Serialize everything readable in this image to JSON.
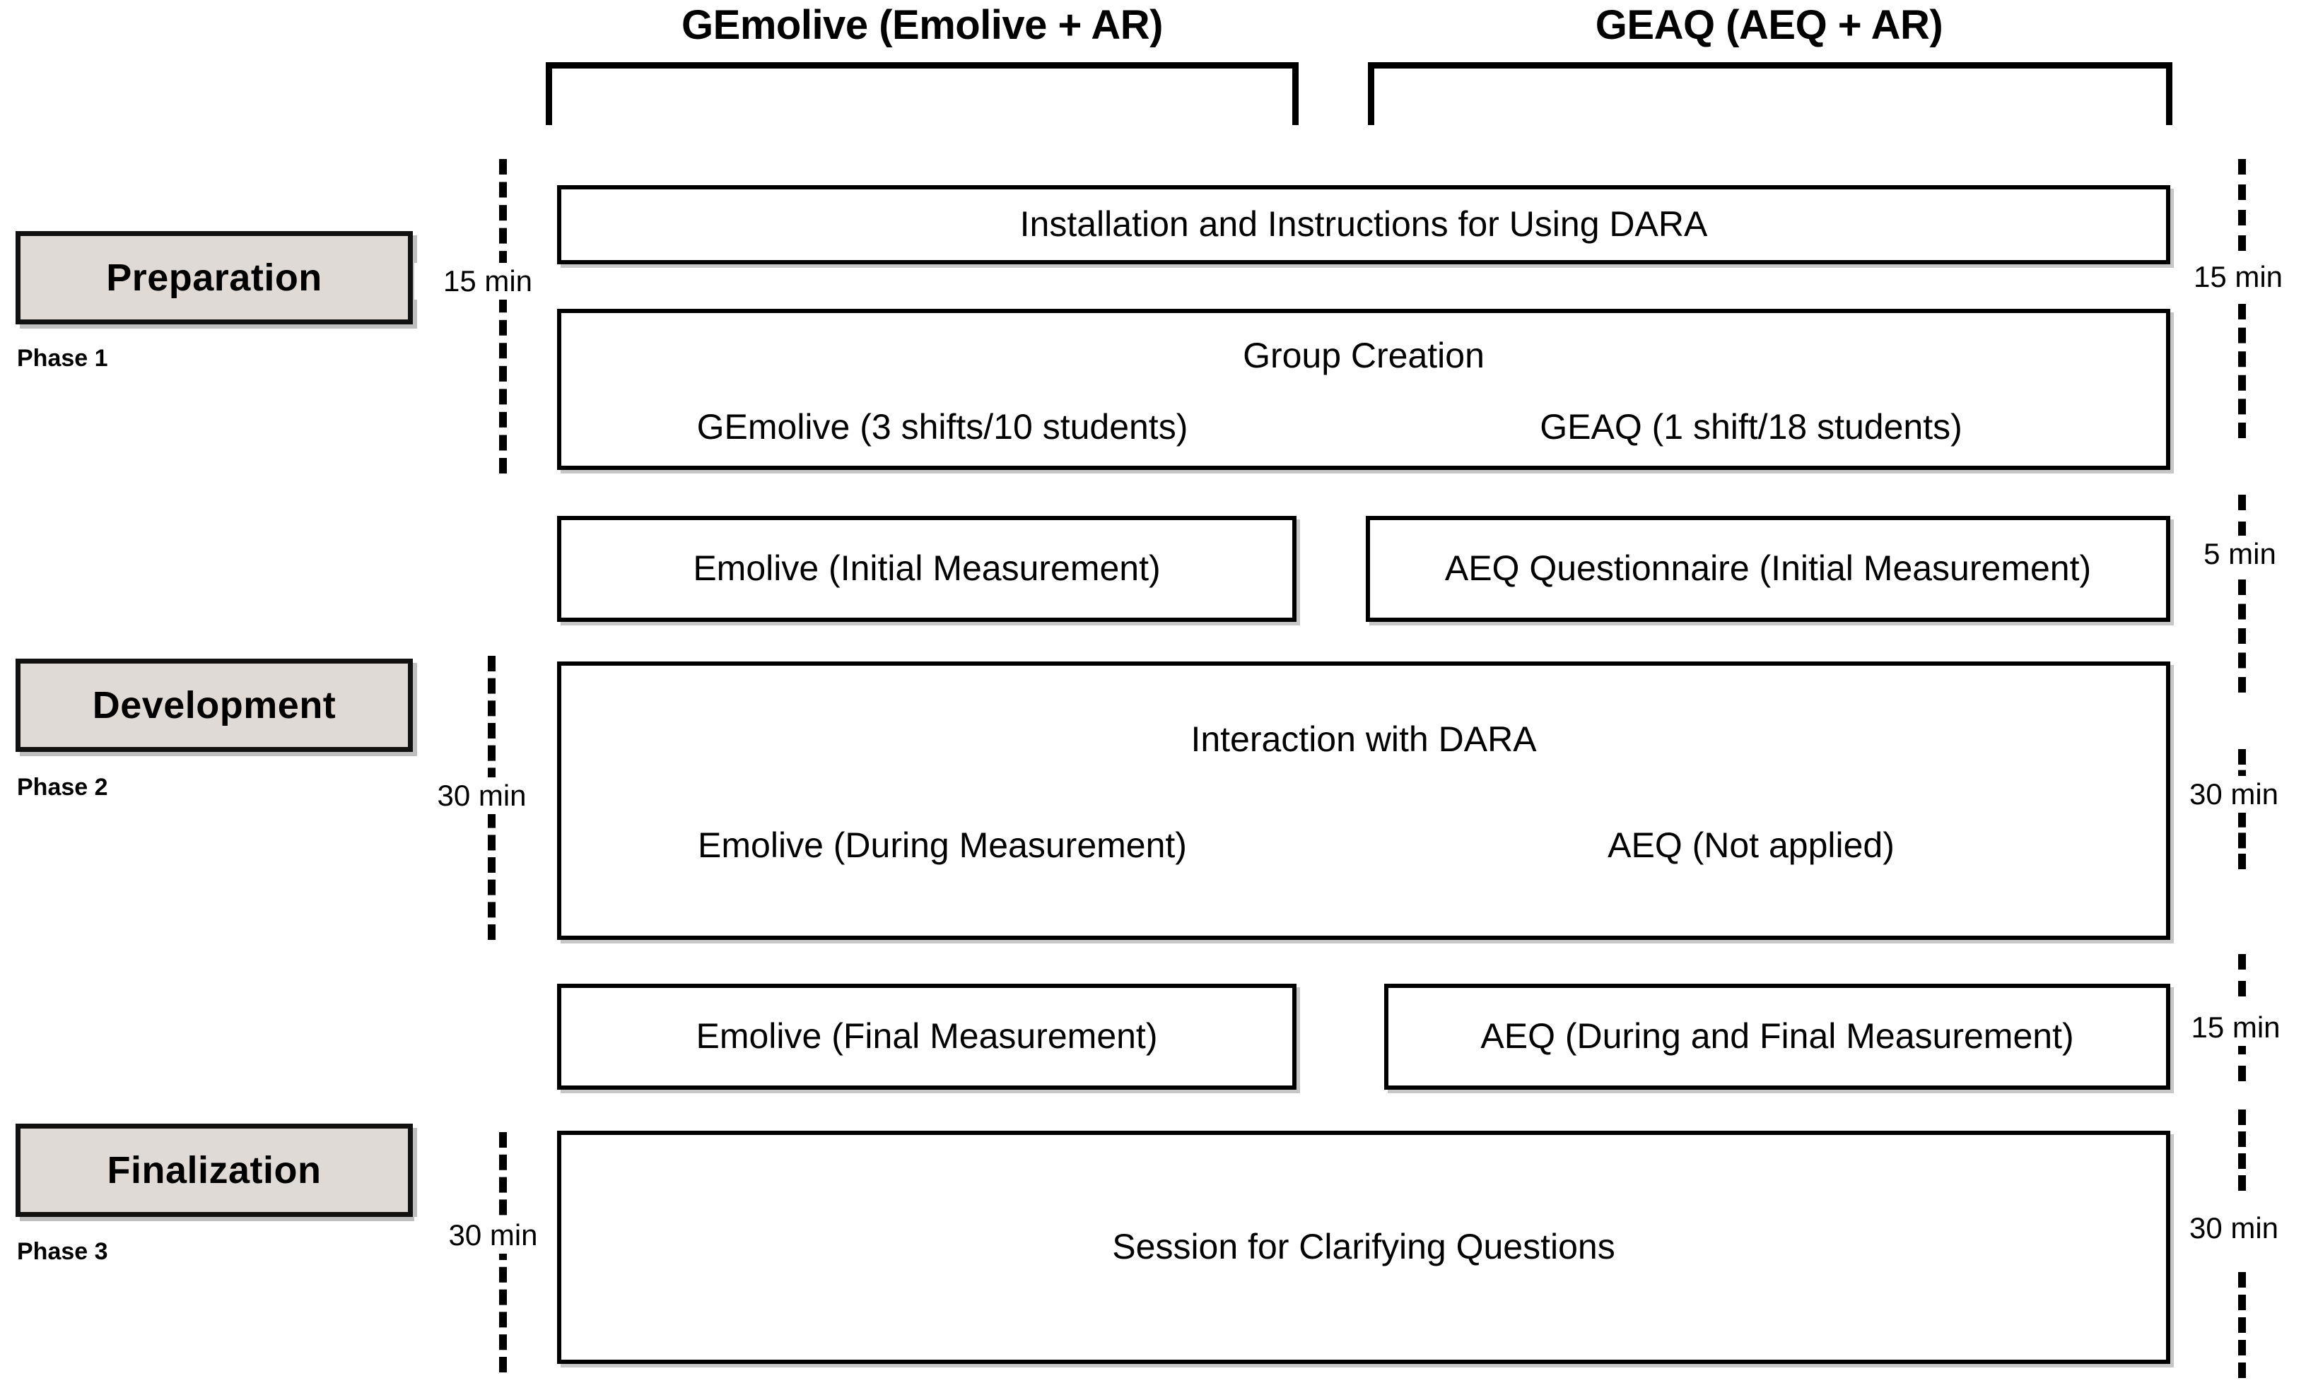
{
  "groups": [
    {
      "title": "GEmolive (Emolive + AR)"
    },
    {
      "title": "GEAQ (AEQ + AR)"
    }
  ],
  "phases": [
    {
      "name": "Preparation",
      "sub": "Phase 1"
    },
    {
      "name": "Development",
      "sub": "Phase 2"
    },
    {
      "name": "Finalization",
      "sub": "Phase 3"
    }
  ],
  "durations": {
    "left": [
      "15 min",
      "30 min",
      "30 min"
    ],
    "right": [
      "15 min",
      "5 min",
      "30 min",
      "15 min",
      "30 min"
    ]
  },
  "steps": {
    "installation": "Installation and Instructions for Using DARA",
    "group_creation": "Group Creation",
    "group_creation_left": "GEmolive (3 shifts/10 students)",
    "group_creation_right": "GEAQ (1 shift/18 students)",
    "initial_left": "Emolive (Initial Measurement)",
    "initial_right": "AEQ Questionnaire (Initial Measurement)",
    "interaction": "Interaction with DARA",
    "interaction_left": "Emolive (During Measurement)",
    "interaction_right": "AEQ (Not applied)",
    "final_left": "Emolive (Final Measurement)",
    "final_right": "AEQ (During and Final Measurement)",
    "session": "Session for Clarifying Questions"
  },
  "colors": {
    "phase_fill": "#e0dad7",
    "line": "#000000",
    "background": "#ffffff"
  }
}
